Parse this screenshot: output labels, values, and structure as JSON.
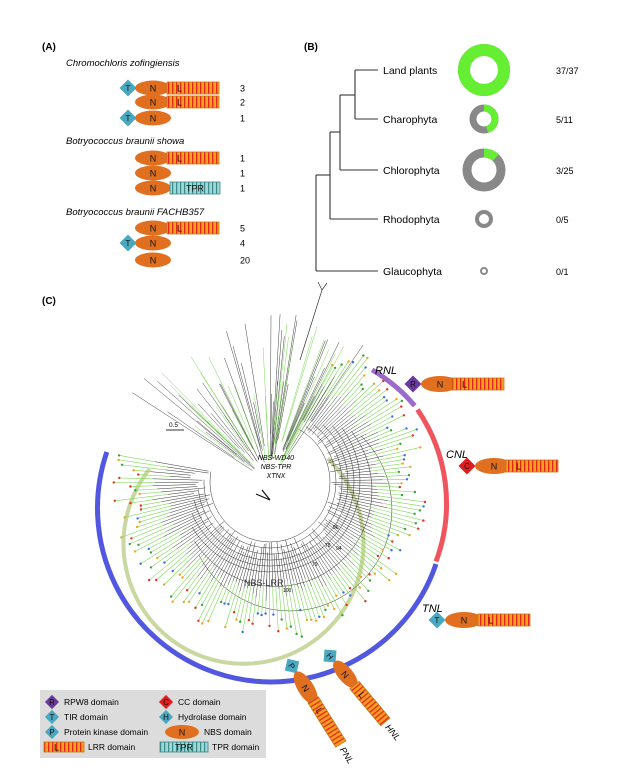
{
  "panelA": {
    "label": "(A)",
    "species": [
      {
        "name": "Chromochloris zofingiensis",
        "rows": [
          {
            "domains": [
              "T",
              "N",
              "L"
            ],
            "count": "3"
          },
          {
            "domains": [
              "N",
              "L"
            ],
            "count": "2"
          },
          {
            "domains": [
              "T",
              "N"
            ],
            "count": "1"
          }
        ]
      },
      {
        "name": "Botryococcus braunii showa",
        "rows": [
          {
            "domains": [
              "N",
              "L"
            ],
            "count": "1"
          },
          {
            "domains": [
              "N"
            ],
            "count": "1"
          },
          {
            "domains": [
              "N",
              "TPR"
            ],
            "count": "1"
          }
        ]
      },
      {
        "name": "Botryococcus braunii FACHB357",
        "rows": [
          {
            "domains": [
              "N",
              "L"
            ],
            "count": "5"
          },
          {
            "domains": [
              "T",
              "N"
            ],
            "count": "4"
          },
          {
            "domains": [
              "N"
            ],
            "count": "20"
          }
        ]
      }
    ]
  },
  "panelB": {
    "label": "(B)",
    "taxa": [
      {
        "name": "Land plants",
        "ratio": "37/37",
        "fraction": 1.0
      },
      {
        "name": "Charophyta",
        "ratio": "5/11",
        "fraction": 0.4545
      },
      {
        "name": "Chlorophyta",
        "ratio": "3/25",
        "fraction": 0.12
      },
      {
        "name": "Rhodophyta",
        "ratio": "0/5",
        "fraction": 0.0
      },
      {
        "name": "Glaucophyta",
        "ratio": "0/1",
        "fraction": 0.0
      }
    ]
  },
  "panelC": {
    "label": "(C)",
    "scale": "0.5",
    "center_labels": [
      "NBS-WD40",
      "NBS-TPR",
      "XTNX"
    ],
    "inner_label": "NBS-LRR",
    "clades": [
      {
        "name": "RNL",
        "color": "#9b6bc9",
        "domains": [
          "R",
          "N",
          "L"
        ]
      },
      {
        "name": "CNL",
        "color": "#f0545c",
        "domains": [
          "C",
          "N",
          "L"
        ]
      },
      {
        "name": "TNL",
        "color": "#5257e0",
        "domains": [
          "T",
          "N",
          "L"
        ]
      },
      {
        "name": "PNL",
        "domains": [
          "P",
          "N",
          "L"
        ]
      },
      {
        "name": "HNL",
        "domains": [
          "H",
          "N",
          "L"
        ]
      }
    ],
    "node_labels": [
      "96",
      "78",
      "94",
      "79",
      "100"
    ]
  },
  "legend": {
    "items": [
      {
        "glyph": "R",
        "label": "RPW8 domain"
      },
      {
        "glyph": "C",
        "label": "CC domain"
      },
      {
        "glyph": "T",
        "label": "TIR domain"
      },
      {
        "glyph": "H",
        "label": "Hydrolase domain"
      },
      {
        "glyph": "P",
        "label": "Protein kinase domain"
      },
      {
        "glyph": "N",
        "label": "NBS domain"
      },
      {
        "glyph": "L",
        "label": "LRR domain"
      },
      {
        "glyph": "TPR",
        "label": "TPR domain"
      }
    ]
  },
  "colors": {
    "nbs": "#e07020",
    "lrr_fill": "#f5a020",
    "lrr_stripe": "#e8251a",
    "tir": "#4aa8c0",
    "rpw8": "#6a3a9a",
    "cc": "#e01e1e",
    "tpr": "#8ed0d0",
    "donut_green": "#66ee33",
    "donut_gray": "#888888",
    "inner_ring": "#c8d8a0",
    "legend_bg": "#dcdcdc"
  }
}
